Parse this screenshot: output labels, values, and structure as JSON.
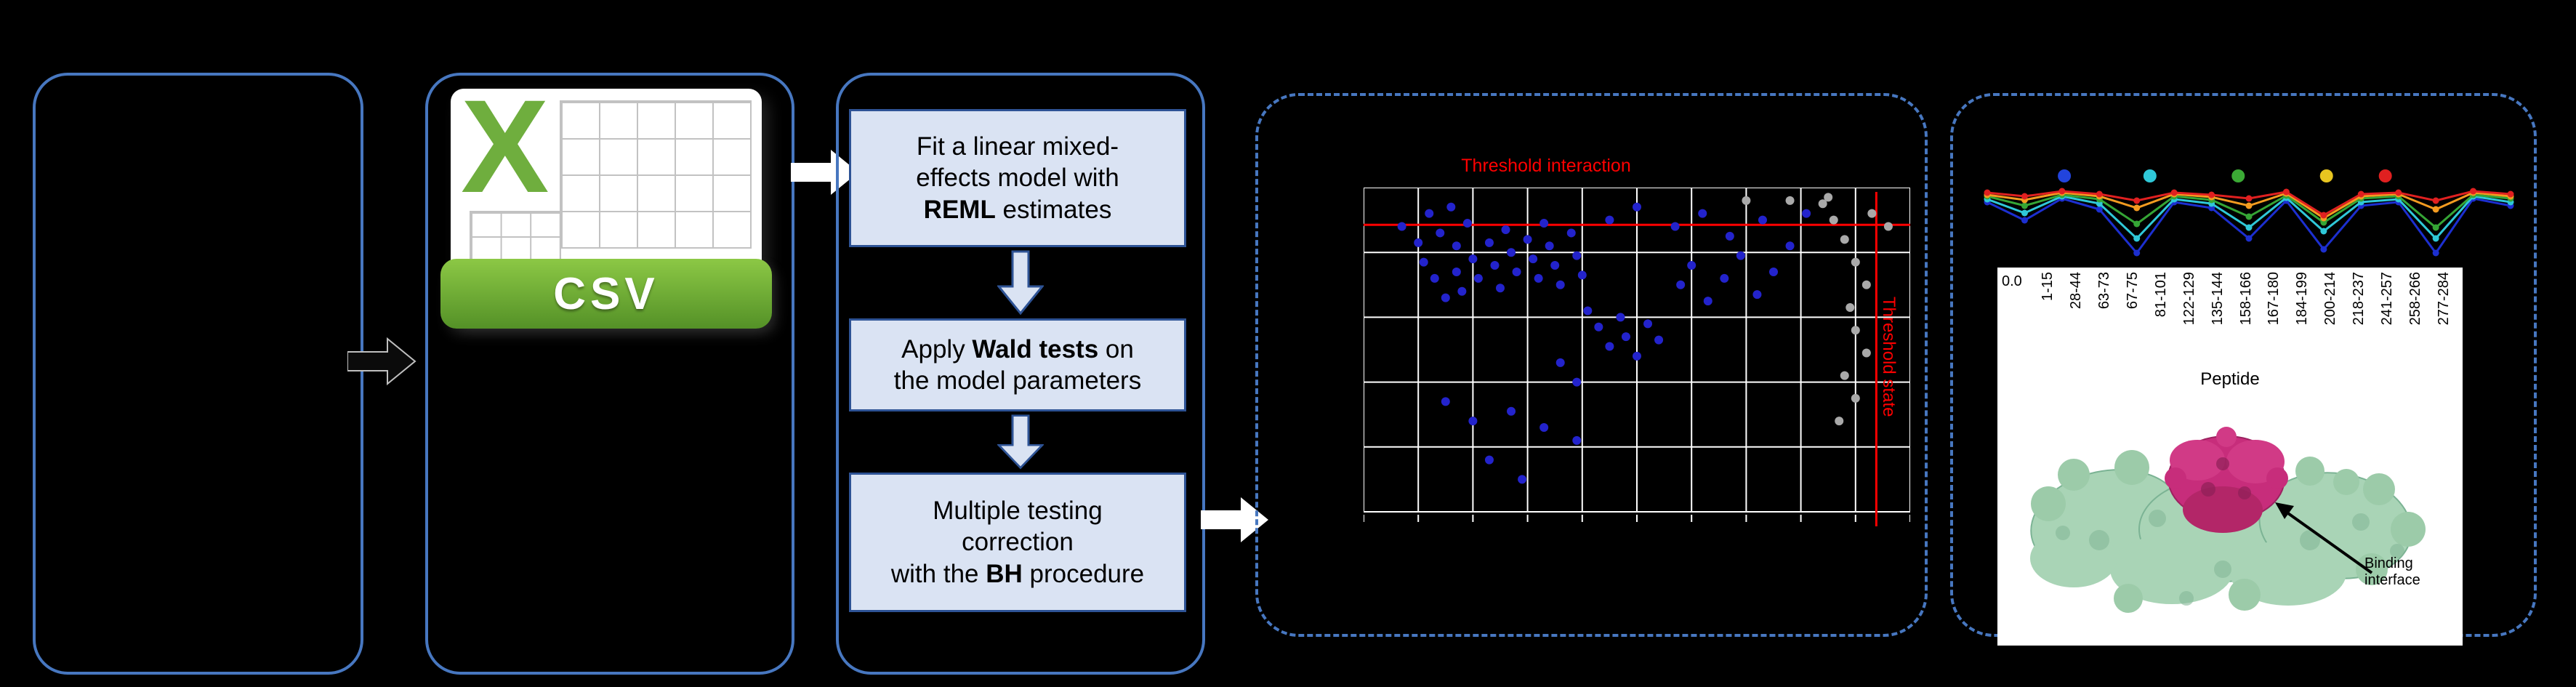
{
  "csv": {
    "x_letter": "X",
    "label": "CSV"
  },
  "flow": {
    "steps": [
      {
        "segments": [
          {
            "t": "Fit a linear mixed-\neffects model with\n"
          },
          {
            "t": "REML",
            "b": true
          },
          {
            "t": " estimates"
          }
        ]
      },
      {
        "segments": [
          {
            "t": "Apply "
          },
          {
            "t": "Wald tests",
            "b": true
          },
          {
            "t": " on\nthe model parameters"
          }
        ]
      },
      {
        "segments": [
          {
            "t": "Multiple testing\ncorrection\nwith the "
          },
          {
            "t": "BH",
            "b": true
          },
          {
            "t": " procedure"
          }
        ]
      }
    ]
  },
  "scatter": {
    "title": "Threshold interaction",
    "right_axis_label": "Threshold state",
    "colors": {
      "point_blue": "#2323CC",
      "point_gray": "#A9A9A9",
      "threshold": "#FF0000",
      "grid": "#FFFFFF"
    },
    "grid": {
      "cols": 10,
      "rows": 5
    },
    "threshold_h_frac": 0.115,
    "threshold_v_frac": 0.938,
    "points_blue": [
      [
        0.07,
        0.12
      ],
      [
        0.1,
        0.17
      ],
      [
        0.12,
        0.08
      ],
      [
        0.14,
        0.14
      ],
      [
        0.16,
        0.06
      ],
      [
        0.17,
        0.18
      ],
      [
        0.19,
        0.11
      ],
      [
        0.11,
        0.23
      ],
      [
        0.13,
        0.28
      ],
      [
        0.15,
        0.34
      ],
      [
        0.17,
        0.26
      ],
      [
        0.18,
        0.32
      ],
      [
        0.2,
        0.22
      ],
      [
        0.21,
        0.28
      ],
      [
        0.23,
        0.17
      ],
      [
        0.24,
        0.24
      ],
      [
        0.25,
        0.31
      ],
      [
        0.26,
        0.13
      ],
      [
        0.27,
        0.2
      ],
      [
        0.28,
        0.26
      ],
      [
        0.3,
        0.16
      ],
      [
        0.31,
        0.22
      ],
      [
        0.32,
        0.28
      ],
      [
        0.33,
        0.11
      ],
      [
        0.34,
        0.18
      ],
      [
        0.35,
        0.24
      ],
      [
        0.36,
        0.3
      ],
      [
        0.38,
        0.14
      ],
      [
        0.39,
        0.21
      ],
      [
        0.4,
        0.27
      ],
      [
        0.41,
        0.38
      ],
      [
        0.43,
        0.43
      ],
      [
        0.45,
        0.49
      ],
      [
        0.47,
        0.4
      ],
      [
        0.48,
        0.46
      ],
      [
        0.5,
        0.52
      ],
      [
        0.52,
        0.42
      ],
      [
        0.54,
        0.47
      ],
      [
        0.36,
        0.54
      ],
      [
        0.39,
        0.6
      ],
      [
        0.15,
        0.66
      ],
      [
        0.2,
        0.72
      ],
      [
        0.27,
        0.69
      ],
      [
        0.33,
        0.74
      ],
      [
        0.39,
        0.78
      ],
      [
        0.23,
        0.84
      ],
      [
        0.29,
        0.9
      ],
      [
        0.58,
        0.3
      ],
      [
        0.6,
        0.24
      ],
      [
        0.63,
        0.35
      ],
      [
        0.66,
        0.28
      ],
      [
        0.69,
        0.21
      ],
      [
        0.72,
        0.33
      ],
      [
        0.75,
        0.26
      ],
      [
        0.57,
        0.12
      ],
      [
        0.62,
        0.08
      ],
      [
        0.67,
        0.15
      ],
      [
        0.73,
        0.1
      ],
      [
        0.78,
        0.18
      ],
      [
        0.81,
        0.08
      ],
      [
        0.45,
        0.1
      ],
      [
        0.5,
        0.06
      ]
    ],
    "points_gray": [
      [
        0.84,
        0.05
      ],
      [
        0.86,
        0.1
      ],
      [
        0.88,
        0.16
      ],
      [
        0.9,
        0.23
      ],
      [
        0.92,
        0.3
      ],
      [
        0.89,
        0.37
      ],
      [
        0.9,
        0.44
      ],
      [
        0.92,
        0.51
      ],
      [
        0.88,
        0.58
      ],
      [
        0.9,
        0.65
      ],
      [
        0.87,
        0.72
      ],
      [
        0.85,
        0.03
      ],
      [
        0.93,
        0.08
      ],
      [
        0.78,
        0.04
      ],
      [
        0.7,
        0.04
      ],
      [
        0.96,
        0.12
      ]
    ]
  },
  "profile": {
    "legend": {
      "colors": [
        "#2244DD",
        "#2FC8D8",
        "#3BAA35",
        "#E8C520",
        "#E02020"
      ],
      "x_fracs": [
        0.155,
        0.315,
        0.48,
        0.645,
        0.755
      ]
    },
    "series": [
      {
        "name": "state-blue",
        "color": "#1C2FD0",
        "values": [
          0.8,
          0.55,
          0.85,
          0.7,
          0.1,
          0.8,
          0.72,
          0.3,
          0.82,
          0.15,
          0.75,
          0.8,
          0.1,
          0.85,
          0.75
        ]
      },
      {
        "name": "state-cyan",
        "color": "#2FC8D8",
        "values": [
          0.84,
          0.65,
          0.88,
          0.78,
          0.3,
          0.84,
          0.78,
          0.45,
          0.86,
          0.4,
          0.8,
          0.84,
          0.3,
          0.88,
          0.8
        ]
      },
      {
        "name": "state-green",
        "color": "#35A535",
        "values": [
          0.88,
          0.75,
          0.9,
          0.84,
          0.5,
          0.88,
          0.83,
          0.6,
          0.89,
          0.52,
          0.85,
          0.88,
          0.45,
          0.9,
          0.85
        ]
      },
      {
        "name": "state-orange",
        "color": "#F49B20",
        "values": [
          0.9,
          0.83,
          0.93,
          0.88,
          0.72,
          0.91,
          0.87,
          0.75,
          0.92,
          0.58,
          0.88,
          0.91,
          0.7,
          0.93,
          0.88
        ]
      },
      {
        "name": "state-red",
        "color": "#E02020",
        "values": [
          0.93,
          0.88,
          0.95,
          0.91,
          0.82,
          0.93,
          0.9,
          0.85,
          0.94,
          0.62,
          0.91,
          0.93,
          0.82,
          0.95,
          0.91
        ]
      }
    ]
  },
  "peptide_axis": {
    "y_tick": "0.0",
    "labels": [
      "1-15",
      "28-44",
      "63-73",
      "67-75",
      "81-101",
      "122-129",
      "135-144",
      "158-166",
      "167-180",
      "184-199",
      "200-214",
      "218-237",
      "241-257",
      "258-266",
      "277-284"
    ],
    "axis_label": "Peptide"
  },
  "structure": {
    "annotation": "Binding interface"
  }
}
